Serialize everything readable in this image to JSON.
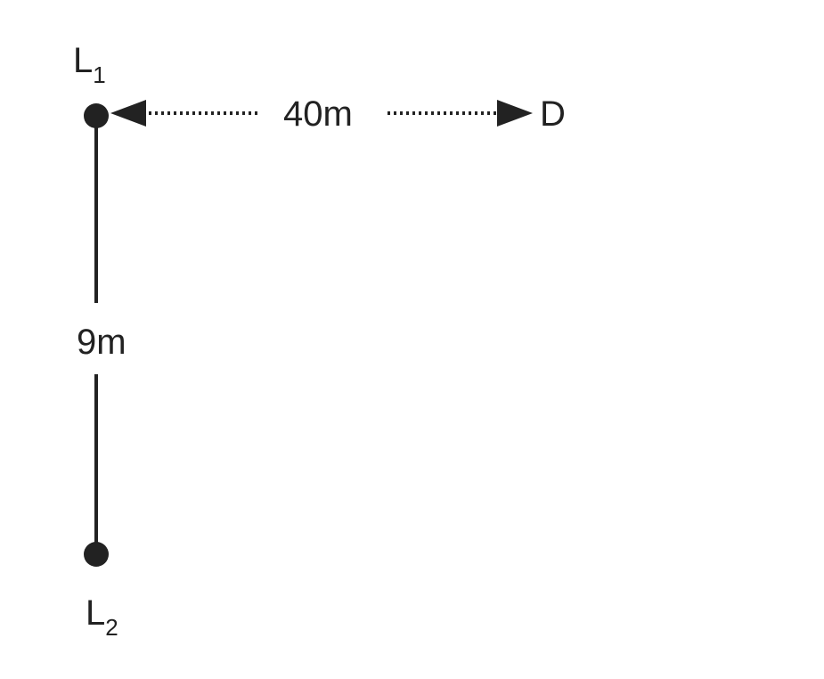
{
  "labels": {
    "top_point": "L",
    "top_point_sub": "1",
    "bottom_point": "L",
    "bottom_point_sub": "2",
    "destination": "D",
    "horizontal_distance": "40m",
    "vertical_distance": "9m"
  },
  "colors": {
    "ink": "#222222"
  }
}
